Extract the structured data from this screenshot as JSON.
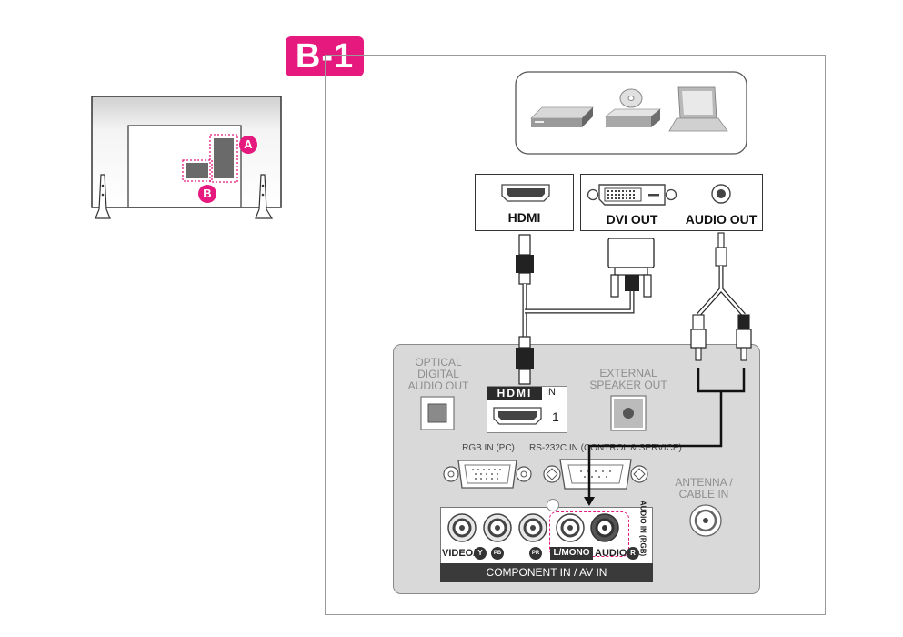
{
  "badge_label": "B-1",
  "tv_markers": {
    "a": "A",
    "b": "B"
  },
  "source_labels": {
    "hdmi": "HDMI",
    "dvi_out": "DVI OUT",
    "audio_out": "AUDIO OUT"
  },
  "panel_labels": {
    "optical_line1": "OPTICAL",
    "optical_line2": "DIGITAL",
    "optical_line3": "AUDIO OUT",
    "hdmi_in_logo": "HDMI",
    "hdmi_in_suffix": "IN",
    "hdmi_port_number": "1",
    "speaker_line1": "EXTERNAL",
    "speaker_line2": "SPEAKER OUT",
    "rgb_in": "RGB IN (PC)",
    "rs232c": "RS-232C IN (CONTROL & SERVICE)",
    "antenna_line1": "ANTENNA /",
    "antenna_line2": "CABLE IN",
    "audio_in_rgb": "AUDIO IN (RGB)",
    "video": "VIDEO/",
    "y_mark": "Y",
    "pb_mark": "PB",
    "pr_mark": "PR",
    "l_mono": "L/MONO",
    "audio": "AUDIO",
    "r_mark": "R",
    "component_bar": "COMPONENT IN / AV IN"
  },
  "colors": {
    "accent": "#e6197f",
    "panel": "#d9d9d9",
    "port_dark": "#3a3a3a"
  }
}
